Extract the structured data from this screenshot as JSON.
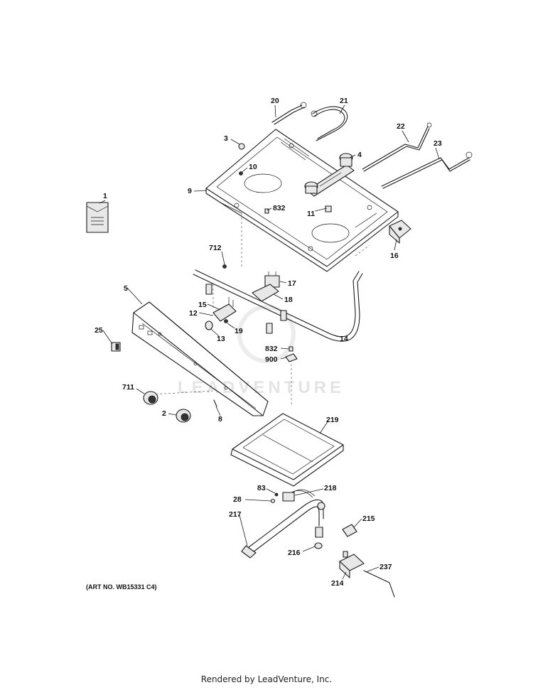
{
  "diagram": {
    "art_number": "(ART NO. WB15331 C4)",
    "watermark": "LEADVENTURE",
    "footer": "Rendered by LeadVenture, Inc.",
    "callouts": [
      "1",
      "2",
      "3",
      "4",
      "5",
      "8",
      "9",
      "10",
      "11",
      "12",
      "13",
      "14",
      "15",
      "16",
      "17",
      "18",
      "19",
      "20",
      "21",
      "22",
      "23",
      "25",
      "28",
      "83",
      "214",
      "215",
      "216",
      "217",
      "218",
      "219",
      "237",
      "711",
      "712",
      "832",
      "832",
      "900"
    ]
  }
}
